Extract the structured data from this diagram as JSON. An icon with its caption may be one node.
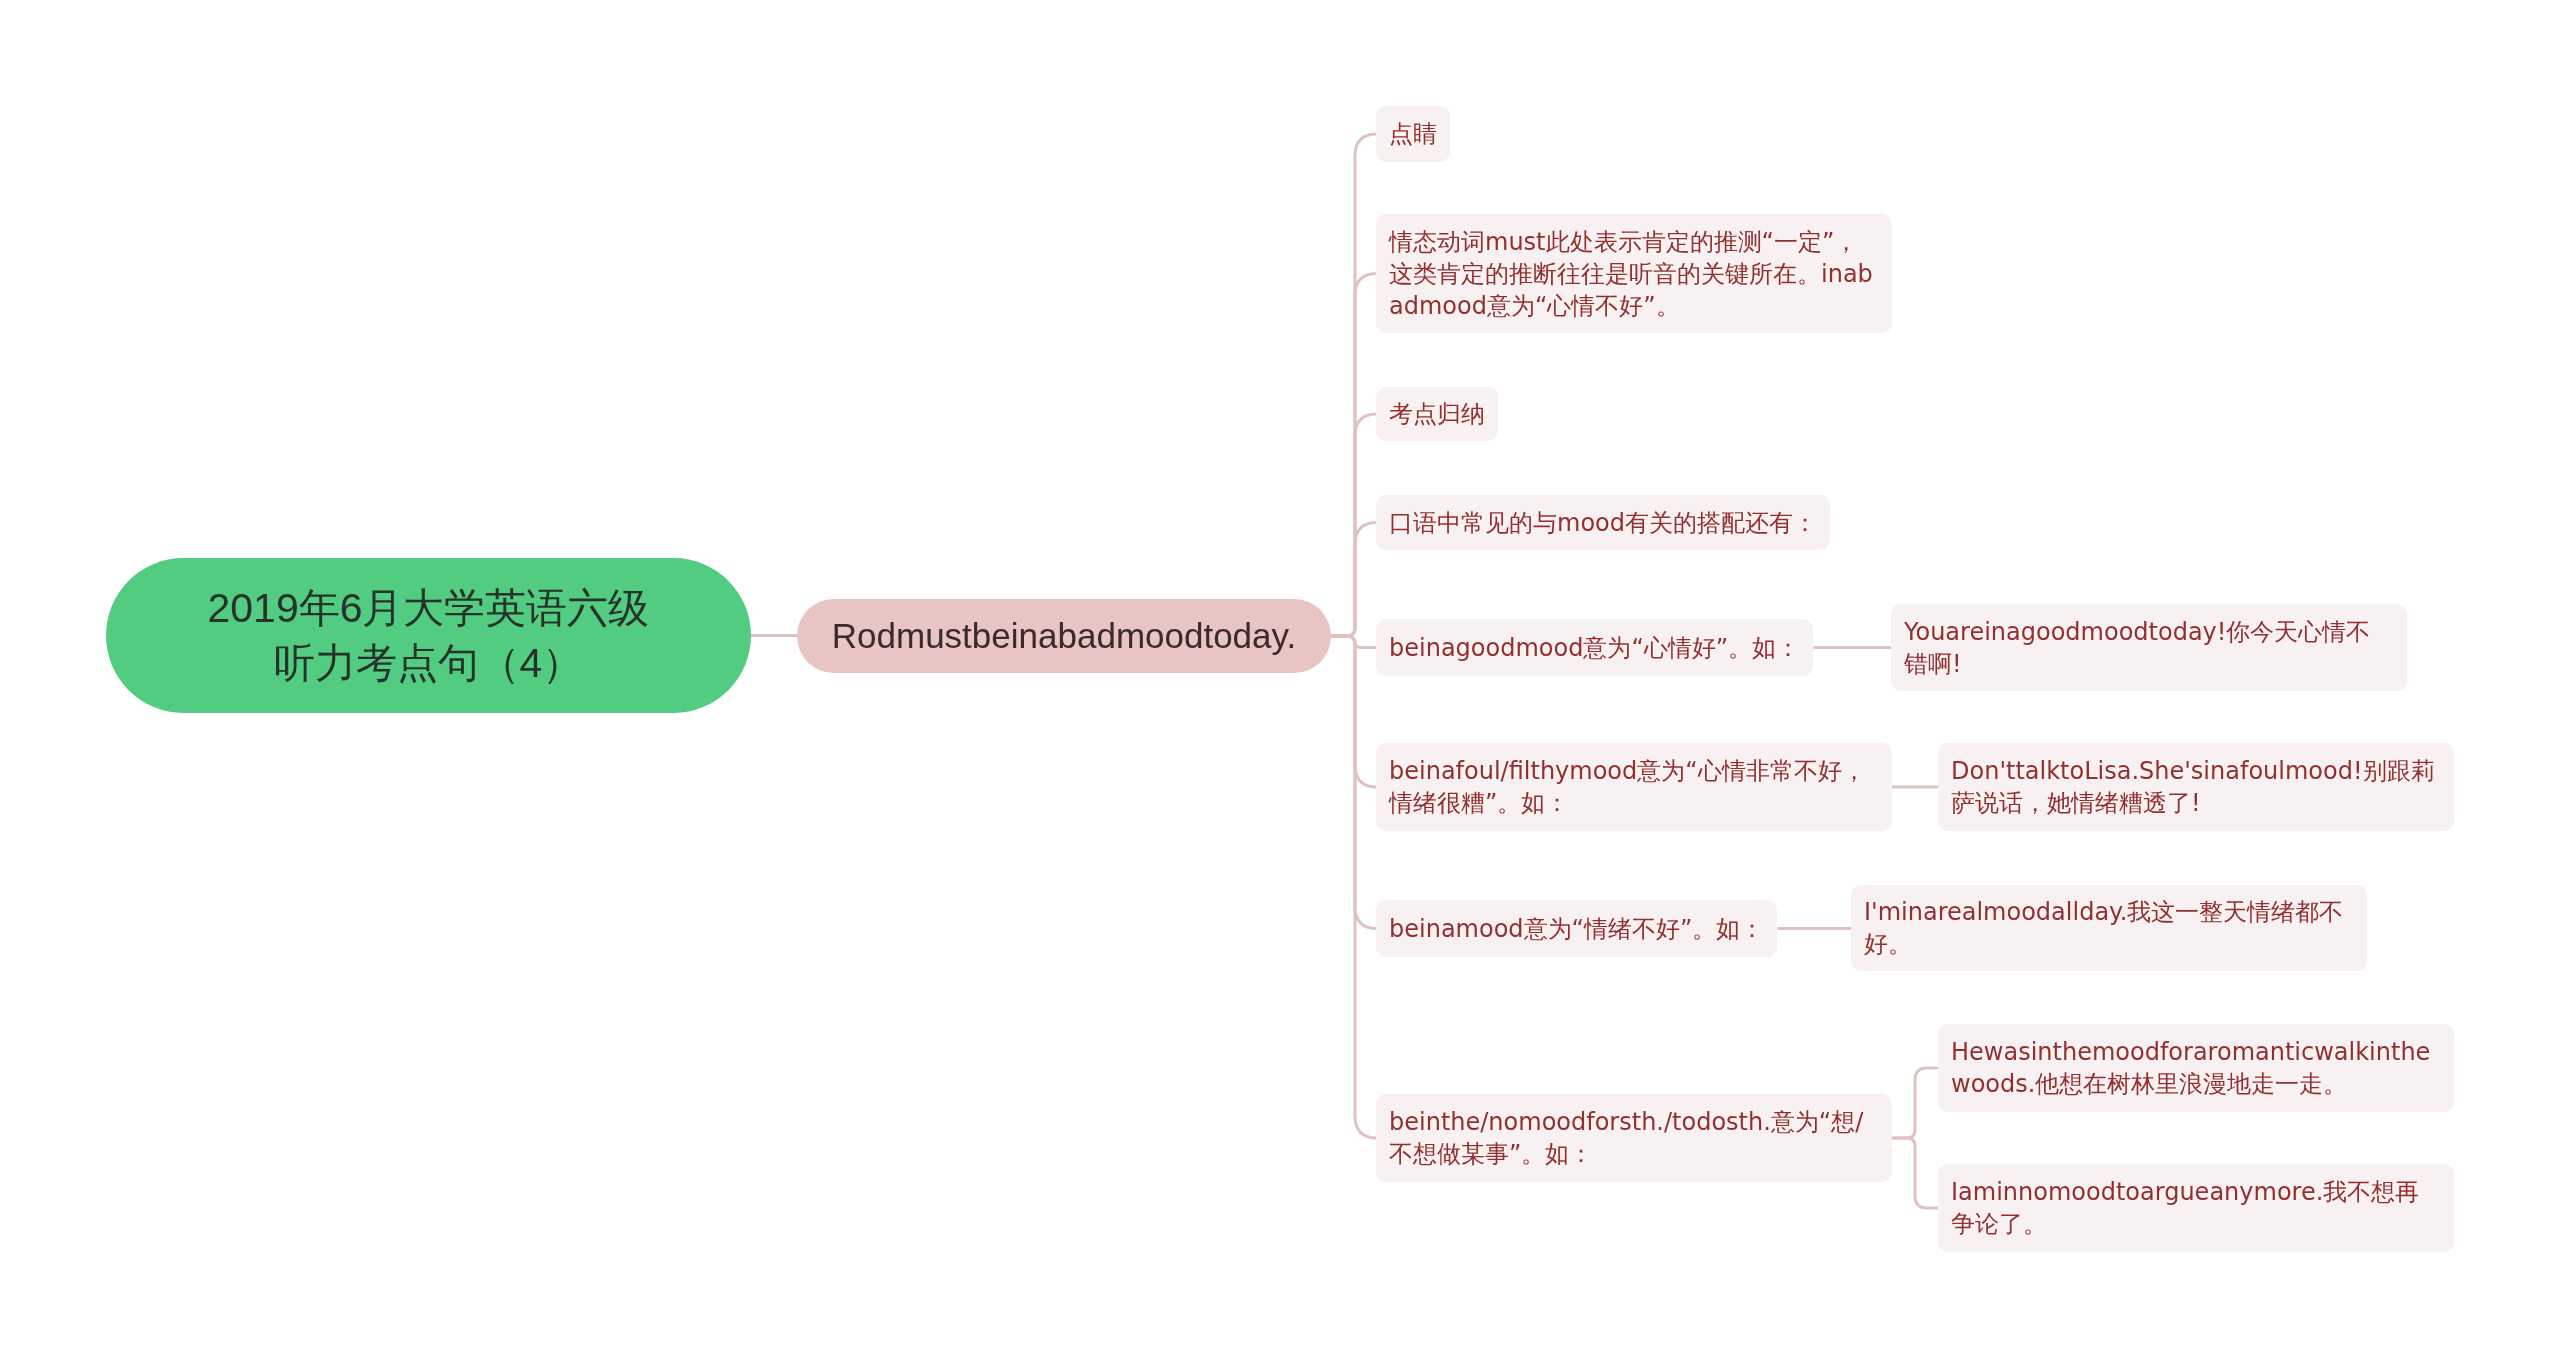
{
  "diagram": {
    "nodes": [
      {
        "text": [
          "2019年6月大学英语六级听力考点句（4）"
        ]
      },
      {
        "text": [
          "Rodmustbeinabadmoodtoday."
        ]
      },
      {
        "text": [
          "点睛"
        ]
      },
      {
        "text": [
          "情态动词must此处表示肯定的推测“一定”，这类肯定的推断往往是听音的关键所在。inabadmood意为“心情不好”。"
        ]
      },
      {
        "text": [
          "考点归纳"
        ]
      },
      {
        "text": [
          "口语中常见的与mood有关的搭配还有："
        ]
      },
      {
        "text": [
          "beinagoodmood意为“心情好”。如："
        ]
      },
      {
        "text": [
          "Youareinagoodmoodtoday!你今天心情不错啊!"
        ]
      },
      {
        "text": [
          "beinafoul/filthymood意为“心情非常不好，情绪很糟”。如："
        ]
      },
      {
        "text": [
          "Don'ttalktoLisa.She'sinafoulmood!别跟莉萨说话，她情绪糟透了!"
        ]
      },
      {
        "text": [
          "beinamood意为“情绪不好”。如："
        ]
      },
      {
        "text": [
          "I'minarealmoodallday.我这一整天情绪都不好。"
        ]
      },
      {
        "text": [
          "beinthe/nomoodforsth./todosth.意为“想/不想做某事”。如："
        ]
      },
      {
        "text": [
          "Hewasinthemoodforaromanticwalkinthewoods.他想在树林里浪漫地走一走。"
        ]
      },
      {
        "text": [
          "Iaminnomoodtoargueanymore.我不想再争论了。"
        ]
      }
    ],
    "edges": [
      {
        "from": 0,
        "to": 1,
        "arrow": "none"
      },
      {
        "from": 1,
        "to": 2,
        "arrow": "none"
      },
      {
        "from": 1,
        "to": 3,
        "arrow": "none"
      },
      {
        "from": 1,
        "to": 4,
        "arrow": "none"
      },
      {
        "from": 1,
        "to": 5,
        "arrow": "none"
      },
      {
        "from": 1,
        "to": 6,
        "arrow": "none"
      },
      {
        "from": 1,
        "to": 8,
        "arrow": "none"
      },
      {
        "from": 1,
        "to": 10,
        "arrow": "none"
      },
      {
        "from": 1,
        "to": 12,
        "arrow": "none"
      },
      {
        "from": 6,
        "to": 7,
        "arrow": "none"
      },
      {
        "from": 8,
        "to": 9,
        "arrow": "none"
      },
      {
        "from": 10,
        "to": 11,
        "arrow": "none"
      },
      {
        "from": 12,
        "to": 13,
        "arrow": "none"
      },
      {
        "from": 12,
        "to": 14,
        "arrow": "none"
      }
    ]
  }
}
